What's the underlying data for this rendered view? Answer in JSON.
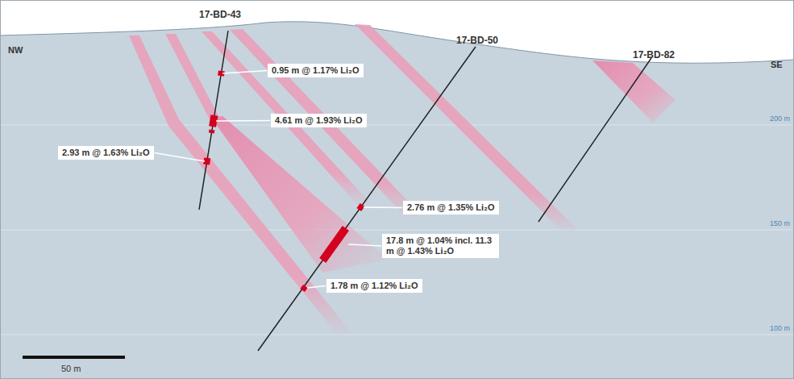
{
  "diagram": {
    "nodes": [
      {
        "text": [
          "0.95 m @ 1.17% Li₂O"
        ]
      },
      {
        "text": [
          "4.61 m @ 1.93% Li₂O"
        ]
      },
      {
        "text": [
          "2.93 m @ 1.63% Li₂O"
        ]
      },
      {
        "text": [
          "2.76 m @ 1.35% Li₂O"
        ]
      },
      {
        "text": [
          "17.8 m @ 1.04% incl. 11.3 m @ 1.43% Li₂O"
        ]
      },
      {
        "text": [
          "1.78 m @ 1.12% Li₂O"
        ]
      }
    ],
    "labels": [
      "17-BD-43",
      "17-BD-50",
      "17-BD-82",
      "NW",
      "SE",
      "200 m",
      "150 m",
      "100 m",
      "50 m"
    ]
  }
}
